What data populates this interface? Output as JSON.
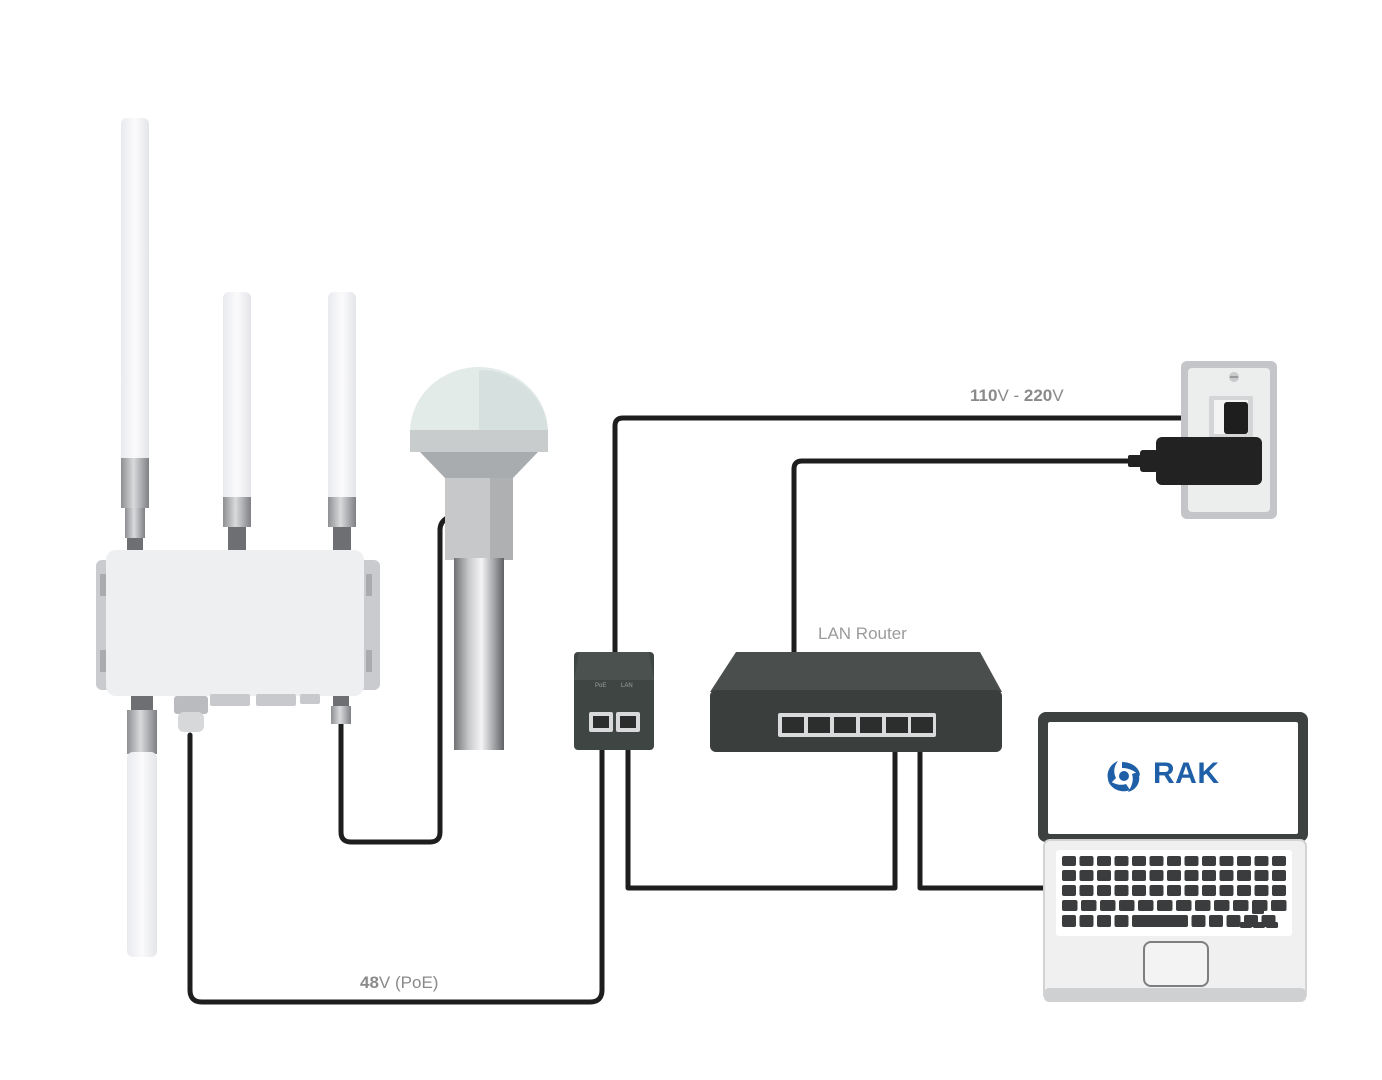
{
  "labels": {
    "mains_voltage_bold_1": "110",
    "mains_voltage_rest_1": "V - ",
    "mains_voltage_bold_2": "220",
    "mains_voltage_rest_2": "V",
    "poe_voltage_bold": "48",
    "poe_voltage_rest": "V (PoE)",
    "router_label": "LAN Router",
    "injector_port_poe": "PoE",
    "injector_port_lan": "LAN",
    "laptop_brand": "RAK"
  },
  "colors": {
    "cable": "#1e1e1e",
    "brand_blue": "#1f5fa8",
    "device_dark": "#3a3f3d",
    "gateway_body": "#eeeff1"
  },
  "icons": {
    "laptop_logo": "rak-logo-icon"
  }
}
